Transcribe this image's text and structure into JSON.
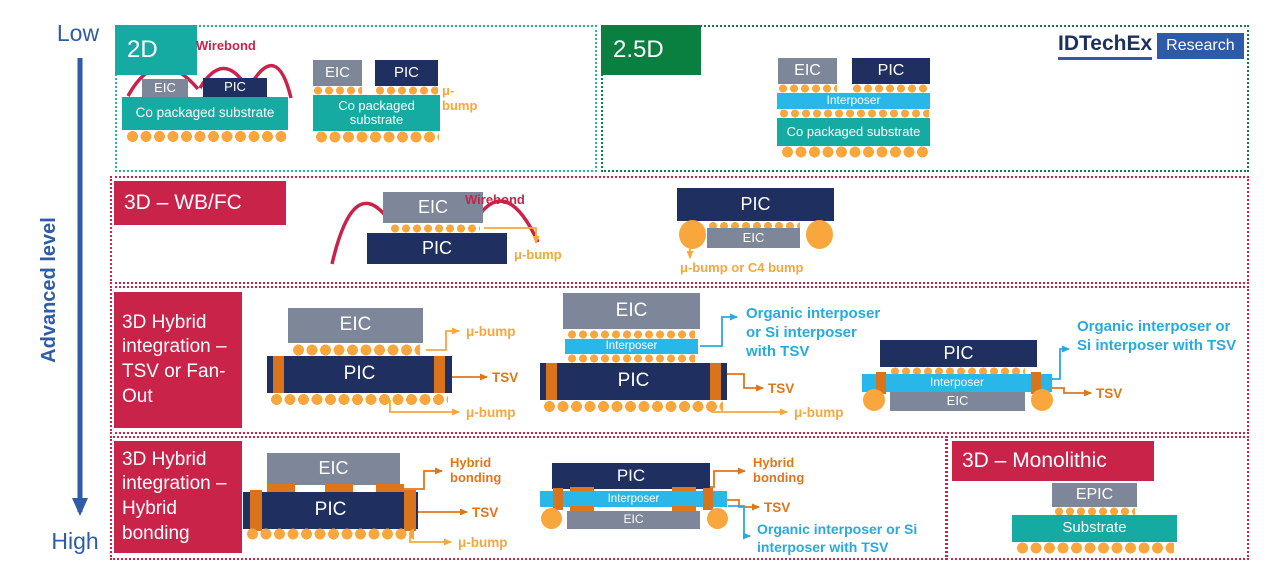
{
  "axis": {
    "low": "Low",
    "high": "High",
    "label": "Advanced level"
  },
  "logo": {
    "brand": "IDTechEx",
    "suffix": "Research"
  },
  "labels": {
    "eic": "EIC",
    "pic": "PIC",
    "epic": "EPIC",
    "interposer": "Interposer",
    "substrate": "Substrate",
    "co_packaged_substrate": "Co packaged substrate",
    "mu_bump": "μ-bump",
    "tsv": "TSV",
    "wirebond": "Wirebond",
    "hybrid_bonding": "Hybrid bonding",
    "mu_bump_or_c4": "μ-bump or C4 bump",
    "organic_interposer": "Organic interposer or Si interposer with TSV"
  },
  "sections": {
    "s2d": {
      "badge": "2D"
    },
    "s25d": {
      "badge": "2.5D"
    },
    "wbfc": {
      "badge": "3D – WB/FC"
    },
    "tsv_fanout": {
      "badge": "3D Hybrid integration – TSV or Fan-Out"
    },
    "hybrid_bonding": {
      "badge": "3D Hybrid integration – Hybrid bonding"
    },
    "monolithic": {
      "badge": "3D – Monolithic"
    }
  },
  "colors": {
    "pic_navy": "#1f2f5f",
    "eic_gray": "#7e8799",
    "substrate_teal": "#16aba2",
    "interposer_cyan": "#29b6e8",
    "bump_orange": "#f9a63c",
    "tsv_dark_orange": "#d9731c",
    "crimson": "#c9234a",
    "green_25d": "#0a8040",
    "axis_blue": "#2e5ca8",
    "callout_cyan": "#29a9e1"
  }
}
